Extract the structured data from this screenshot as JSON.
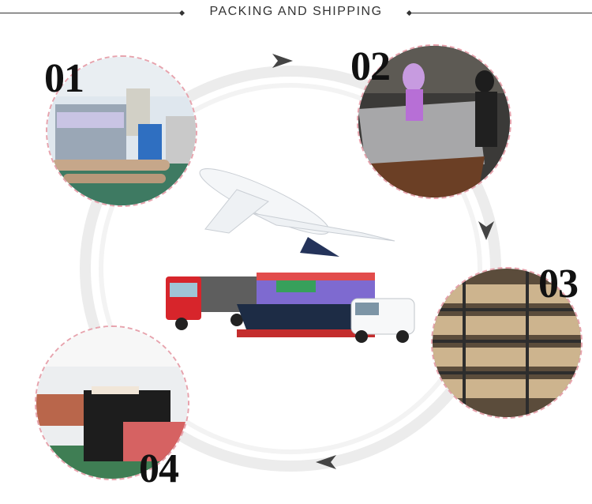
{
  "header": {
    "title": "PACKING AND SHIPPING"
  },
  "steps": [
    {
      "number": "01",
      "icon": "fabric-inspection-machine-photo"
    },
    {
      "number": "02",
      "icon": "workers-folding-fabric-photo"
    },
    {
      "number": "03",
      "icon": "fabric-rolls-rack-photo"
    },
    {
      "number": "04",
      "icon": "warehouse-fabric-rolls-photo"
    }
  ],
  "center": {
    "icons": [
      "airplane-icon",
      "truck-icon",
      "container-ship-icon",
      "van-icon"
    ]
  },
  "colors": {
    "ring": "#e3e3e3",
    "circle_border": "#e7a3ad",
    "arrow": "#444444",
    "text": "#333333"
  }
}
